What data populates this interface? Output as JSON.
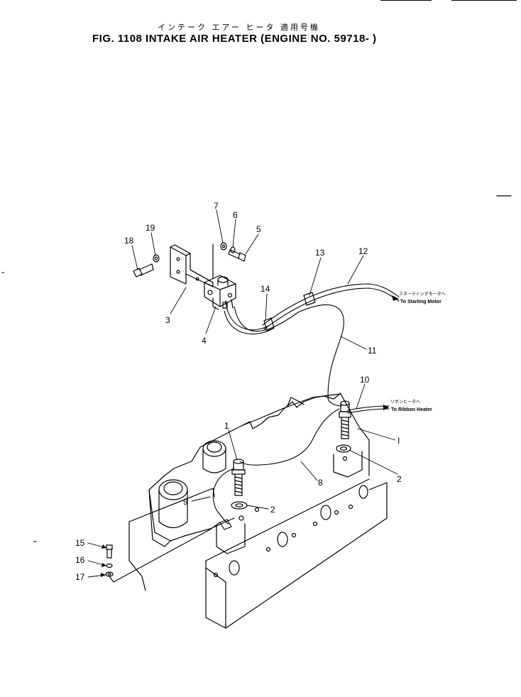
{
  "header": {
    "title_jp": "インテーク エアー ヒータ 適用号機",
    "title_en": "FIG. 1108  INTAKE AIR HEATER (ENGINE NO. 59718- )"
  },
  "callouts": [
    {
      "id": "1",
      "label": "1"
    },
    {
      "id": "2a",
      "label": "2"
    },
    {
      "id": "2b",
      "label": "2"
    },
    {
      "id": "3",
      "label": "3"
    },
    {
      "id": "4",
      "label": "4"
    },
    {
      "id": "5",
      "label": "5"
    },
    {
      "id": "6",
      "label": "6"
    },
    {
      "id": "7",
      "label": "7"
    },
    {
      "id": "8",
      "label": "8"
    },
    {
      "id": "9",
      "label": "9"
    },
    {
      "id": "10",
      "label": "10"
    },
    {
      "id": "11",
      "label": "11"
    },
    {
      "id": "12",
      "label": "12"
    },
    {
      "id": "13",
      "label": "13"
    },
    {
      "id": "14",
      "label": "14"
    },
    {
      "id": "15",
      "label": "15"
    },
    {
      "id": "16",
      "label": "16"
    },
    {
      "id": "17",
      "label": "17"
    },
    {
      "id": "18",
      "label": "18"
    },
    {
      "id": "19",
      "label": "19"
    },
    {
      "id": "I",
      "label": "I"
    }
  ],
  "annotations": {
    "starting_motor_jp": "スターティングモータへ",
    "starting_motor_en": "To Starting Motor",
    "ribbon_heater_jp": "リボンヒータへ",
    "ribbon_heater_en": "To Ribbon Heater"
  }
}
